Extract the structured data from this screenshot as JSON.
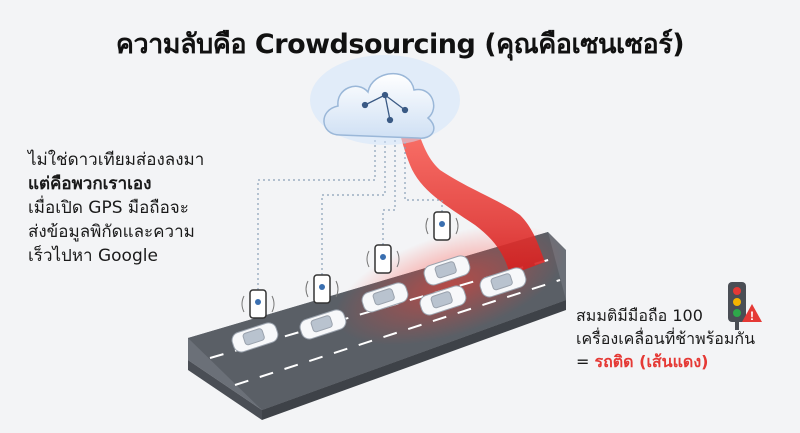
{
  "title": "ความลับคือ Crowdsourcing (คุณคือเซนเซอร์)",
  "left_text": {
    "line1": "ไม่ใช่ดาวเทียมส่องลงมา",
    "line2_bold": "แต่คือพวกเราเอง",
    "line3": "เมื่อเปิด GPS มือถือจะ",
    "line4": "ส่งข้อมูลพิกัดและความ",
    "line5": "เร็วไปหา Google"
  },
  "right_text": {
    "line1": "สมมติมีมือถือ 100",
    "line2": "เครื่องเคลื่อนที่ช้าพร้อมกัน",
    "line3_prefix": "= ",
    "line3_red": "รถติด (เส้นแดง)"
  },
  "icons": [
    "cloud-icon",
    "smartphone-location-icon",
    "car-icon",
    "traffic-light-icon",
    "warning-icon"
  ],
  "colors": {
    "accent_red": "#e53935",
    "road": "#5a5f66",
    "cloud": "#e8f1fb"
  }
}
